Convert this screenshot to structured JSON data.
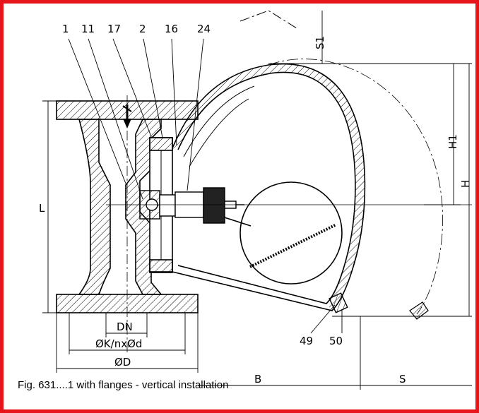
{
  "frame_color": "#e8141c",
  "caption": "Fig. 631....1 with flanges - vertical installation",
  "part_numbers": [
    "1",
    "11",
    "17",
    "2",
    "16",
    "24",
    "49",
    "50"
  ],
  "dimensions": {
    "S1": "S1",
    "H1": "H1",
    "H": "H",
    "L": "L",
    "DN": "DN",
    "K": "ØK/nxØd",
    "D": "ØD",
    "B": "B",
    "S": "S"
  }
}
